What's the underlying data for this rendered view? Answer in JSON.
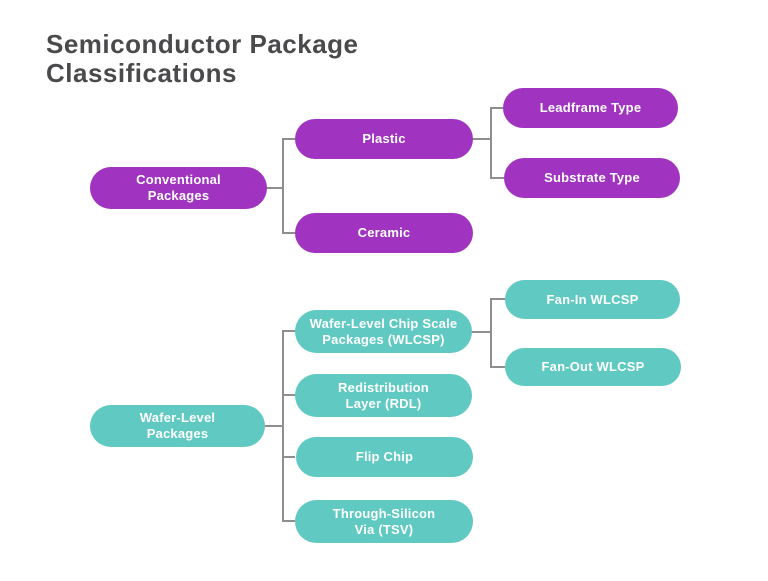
{
  "title": "Semiconductor Package Classifications",
  "colors": {
    "purple": "#A033BF",
    "teal": "#5FC9C2",
    "line-color": "#8E8E8E",
    "title-color": "#4A4A4C"
  },
  "diagram": {
    "purple_tree": {
      "root": {
        "label": "Conventional\nPackages"
      },
      "children": [
        {
          "label": "Plastic",
          "children": [
            {
              "label": "Leadframe Type"
            },
            {
              "label": "Substrate Type"
            }
          ]
        },
        {
          "label": "Ceramic"
        }
      ]
    },
    "teal_tree": {
      "root": {
        "label": "Wafer-Level\nPackages"
      },
      "children": [
        {
          "label": "Wafer-Level Chip Scale\nPackages (WLCSP)",
          "children": [
            {
              "label": "Fan-In WLCSP"
            },
            {
              "label": "Fan-Out WLCSP"
            }
          ]
        },
        {
          "label": "Redistribution\nLayer (RDL)"
        },
        {
          "label": "Flip Chip"
        },
        {
          "label": "Through-Silicon\nVia (TSV)"
        }
      ]
    }
  }
}
